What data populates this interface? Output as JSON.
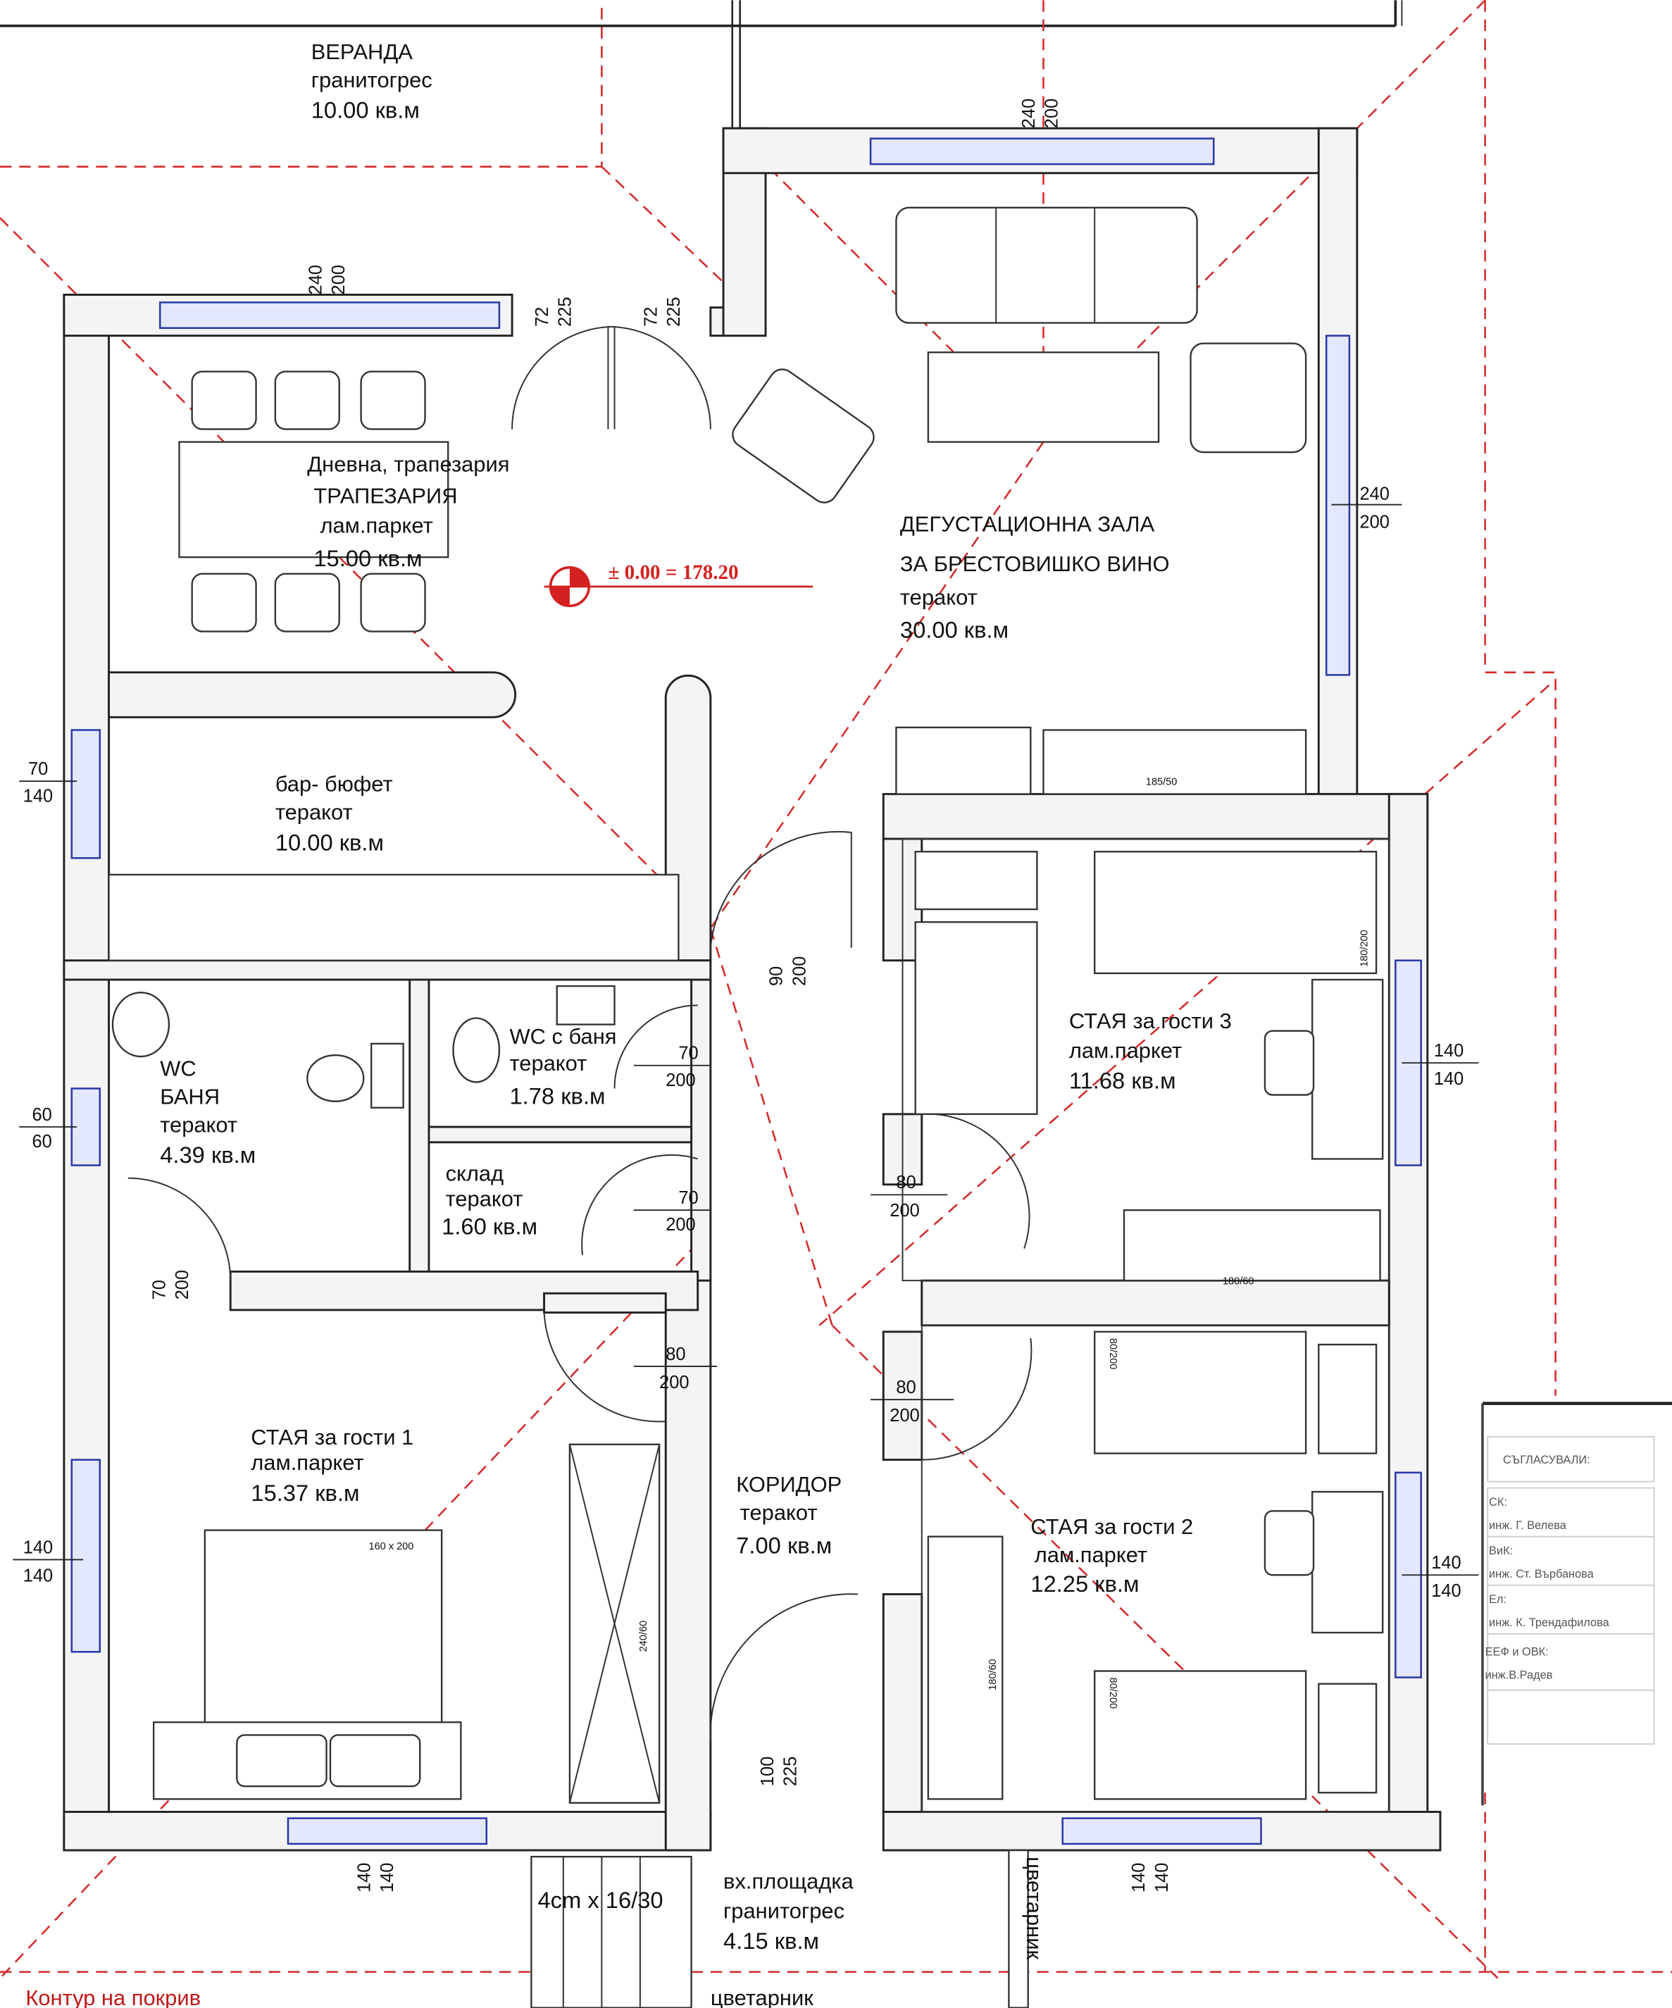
{
  "plan": {
    "elevation_mark": "± 0.00 = 178.20",
    "roof_contour": "Контур на покрив",
    "steps": "4cm x 16/30",
    "flowerbed": "цветарник",
    "flowerbed_vertical": "цветарник",
    "accent_color": "#d42a2a",
    "window_color": "#2a3aa8"
  },
  "rooms": {
    "veranda": [
      "ВЕРАНДА",
      "гранитогрес",
      "10.00 кв.м"
    ],
    "dining": [
      "Дневна, трапезария",
      "ТРАПЕЗАРИЯ",
      "лам.паркет",
      "15.00 кв.м"
    ],
    "tasting": [
      "ДЕГУСТАЦИОННА ЗАЛА",
      "ЗА БРЕСТОВИШКО ВИНО",
      "теракот",
      "30.00 кв.м"
    ],
    "bar": [
      "бар- бюфет",
      "теракот",
      "10.00 кв.м"
    ],
    "wc_bath": [
      "WC",
      "БАНЯ",
      "теракот",
      "4.39 кв.м"
    ],
    "wc2": [
      "WC с баня",
      "теракот",
      "1.78 кв.м"
    ],
    "storage": [
      "склад",
      "теракот",
      "1.60 кв.м"
    ],
    "guest3": [
      "СТАЯ за гости 3",
      "лам.паркет",
      "11.68 кв.м"
    ],
    "guest1": [
      "СТАЯ за гости 1",
      "лам.паркет",
      "15.37 кв.м"
    ],
    "corridor": [
      "КОРИДОР",
      "теракот",
      "7.00 кв.м"
    ],
    "guest2": [
      "СТАЯ за гости 2",
      "лам.паркет",
      "12.25 кв.м"
    ],
    "entrance": [
      "вх.площадка",
      "гранитогрес",
      "4.15 кв.м"
    ]
  },
  "dimensions": {
    "tasting_top": [
      "240",
      "200"
    ],
    "dining_top": [
      "240",
      "200"
    ],
    "door_left": [
      "72",
      "225"
    ],
    "door_right": [
      "72",
      "225"
    ],
    "tasting_right": [
      "240",
      "200"
    ],
    "bar_left": [
      "70",
      "140"
    ],
    "bath_left": [
      "60",
      "60"
    ],
    "corridor_top": [
      "90",
      "200"
    ],
    "wc2_door": [
      "70",
      "200"
    ],
    "storage_door": [
      "70",
      "200"
    ],
    "guest3_door": [
      "80",
      "200"
    ],
    "bath_door": [
      "70",
      "200"
    ],
    "guest1_door": [
      "80",
      "200"
    ],
    "guest2_door": [
      "80",
      "200"
    ],
    "guest3_window": [
      "140",
      "140"
    ],
    "guest1_window": [
      "140",
      "140"
    ],
    "guest2_window": [
      "140",
      "140"
    ],
    "entrance_door": [
      "100",
      "225"
    ],
    "bottom_left_window": [
      "140",
      "140"
    ],
    "bottom_right_window": [
      "140",
      "140"
    ]
  },
  "furniture_labels": {
    "guest3_bed": "180/200",
    "tv_unit": "185/50",
    "guest3_wardrobe": "180/60",
    "guest1_bed": "160 x 200",
    "guest1_wardrobe": "240/60",
    "guest2_bed_top": "80/200",
    "guest2_bed_bottom": "80/200",
    "guest2_wardrobe": "180/60"
  },
  "approvals": {
    "title": "СЪГЛАСУВАЛИ:",
    "rows": [
      {
        "role": "СК:",
        "name": "инж. Г. Велева"
      },
      {
        "role": "ВиК:",
        "name": "инж. Ст. Върбанова"
      },
      {
        "role": "Ел:",
        "name": "инж. К. Трендафилова"
      },
      {
        "role": "ЕЕФ и ОВК:",
        "name": "инж.В.Радев"
      }
    ]
  }
}
